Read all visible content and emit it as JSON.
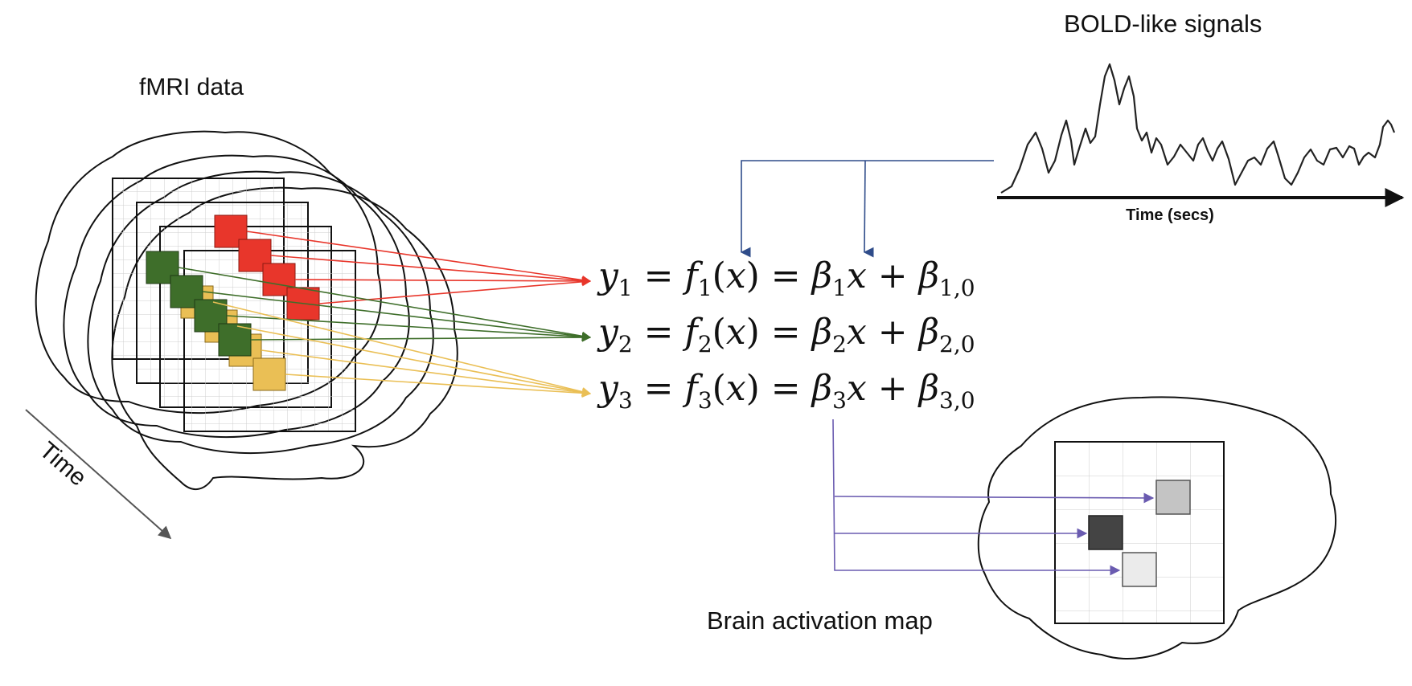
{
  "labels": {
    "fmri_data": "fMRI data",
    "time": "Time",
    "bold_signals": "BOLD-like signals",
    "bold_axis": "Time (secs)",
    "activation_map": "Brain activation map"
  },
  "equations": [
    {
      "y": "y",
      "i": "1",
      "f": "f",
      "x": "x",
      "beta": "β",
      "b0": "1,0"
    },
    {
      "y": "y",
      "i": "2",
      "f": "f",
      "x": "x",
      "beta": "β",
      "b0": "2,0"
    },
    {
      "y": "y",
      "i": "3",
      "f": "f",
      "x": "x",
      "beta": "β",
      "b0": "3,0"
    }
  ],
  "colors": {
    "red": "#e8362b",
    "green": "#3e6e2a",
    "yellow": "#eabf55",
    "blue_arrow": "#2f4c8a",
    "purple_arrow": "#6a5bb0",
    "dark_voxel": "#444444",
    "mid_voxel": "#c4c4c4",
    "light_voxel": "#ebebeb"
  }
}
